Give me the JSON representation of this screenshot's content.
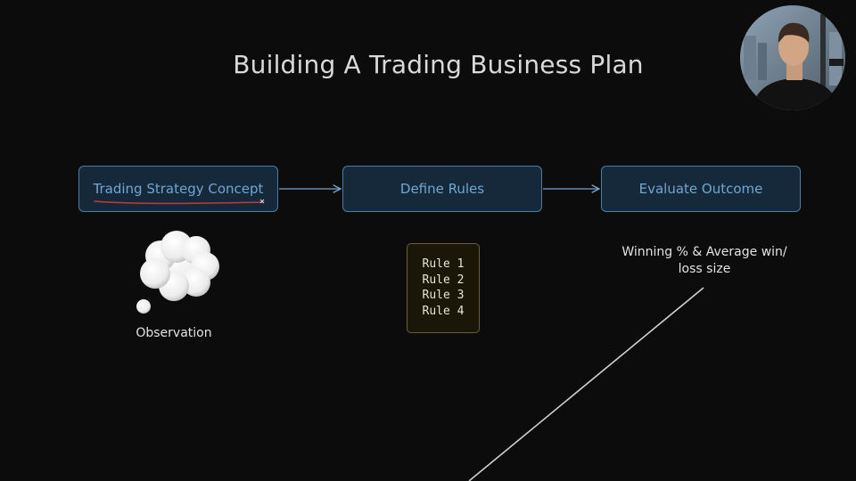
{
  "title": "Building A Trading Business Plan",
  "flow": {
    "nodes": [
      {
        "label": "Trading Strategy Concept"
      },
      {
        "label": "Define Rules"
      },
      {
        "label": "Evaluate Outcome"
      }
    ]
  },
  "observation": {
    "label": "Observation",
    "icon": "thought-cloud-icon"
  },
  "rules": {
    "items": [
      "Rule 1",
      "Rule 2",
      "Rule 3",
      "Rule 4"
    ]
  },
  "outcome_note": {
    "line1": "Winning % & Average win/",
    "line2": "loss size"
  },
  "presenter": {
    "icon": "presenter-webcam"
  },
  "colors": {
    "background": "#0c0c0d",
    "node_fill": "#15293a",
    "node_border": "#4a7ea3",
    "node_text": "#6fa6d2",
    "annotation_red": "#c23b3b",
    "rules_fill": "#1a1709",
    "rules_border": "#6b5d3c"
  }
}
